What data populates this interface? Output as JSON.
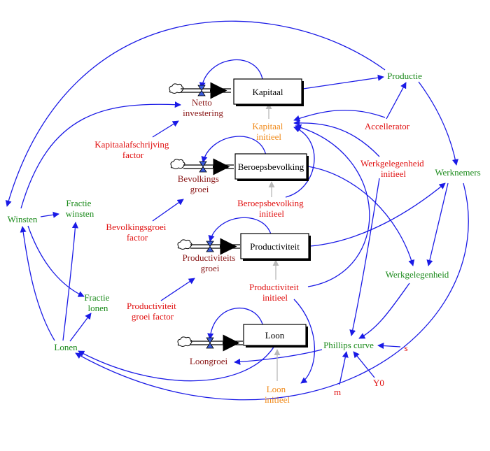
{
  "colors": {
    "green": "#1a8a1a",
    "red": "#e01010",
    "orange": "#f08a1a",
    "dark_red": "#8b1a1a",
    "link_blue": "#1a1ae6",
    "initial_grey": "#b8b8b8"
  },
  "stocks": {
    "kapitaal": "Kapitaal",
    "beroepsbevolking": "Beroepsbevolking",
    "productiviteit": "Productiviteit",
    "loon": "Loon"
  },
  "flows": {
    "netto_investering": [
      "Netto",
      "investering"
    ],
    "bevolkingsgroei": [
      "Bevolkings",
      "groei"
    ],
    "productiviteitsgroei": [
      "Productiviteits",
      "groei"
    ],
    "loongroei": [
      "Loongroei"
    ]
  },
  "variables": {
    "productie": "Productie",
    "accellerator": "Accellerator",
    "kapitaal_initieel": [
      "Kapitaal",
      "initieel"
    ],
    "kapitaalafschrijving_factor": [
      "Kapitaalafschrijving",
      "factor"
    ],
    "werkgelegenheid_initieel": [
      "Werkgelegenheid",
      "initieel"
    ],
    "werknemers": "Werknemers",
    "beroepsbevolking_initieel": [
      "Beroepsbevolking",
      "initieel"
    ],
    "bevolkingsgroei_factor": [
      "Bevolkingsgroei",
      "factor"
    ],
    "winsten": "Winsten",
    "fractie_winsten": [
      "Fractie",
      "winsten"
    ],
    "fractie_lonen": [
      "Fractie",
      "lonen"
    ],
    "lonen": "Lonen",
    "productiviteit_initieel": [
      "Productiviteit",
      "initieel"
    ],
    "productiviteit_groei_factor": [
      "Productiviteit",
      "groei factor"
    ],
    "werkgelegenheid": "Werkgelegenheid",
    "phillips_curve": "Phillips curve",
    "s": "s",
    "m": "m",
    "y0": "Y0",
    "loon_initieel": [
      "Loon",
      "initieel"
    ]
  }
}
